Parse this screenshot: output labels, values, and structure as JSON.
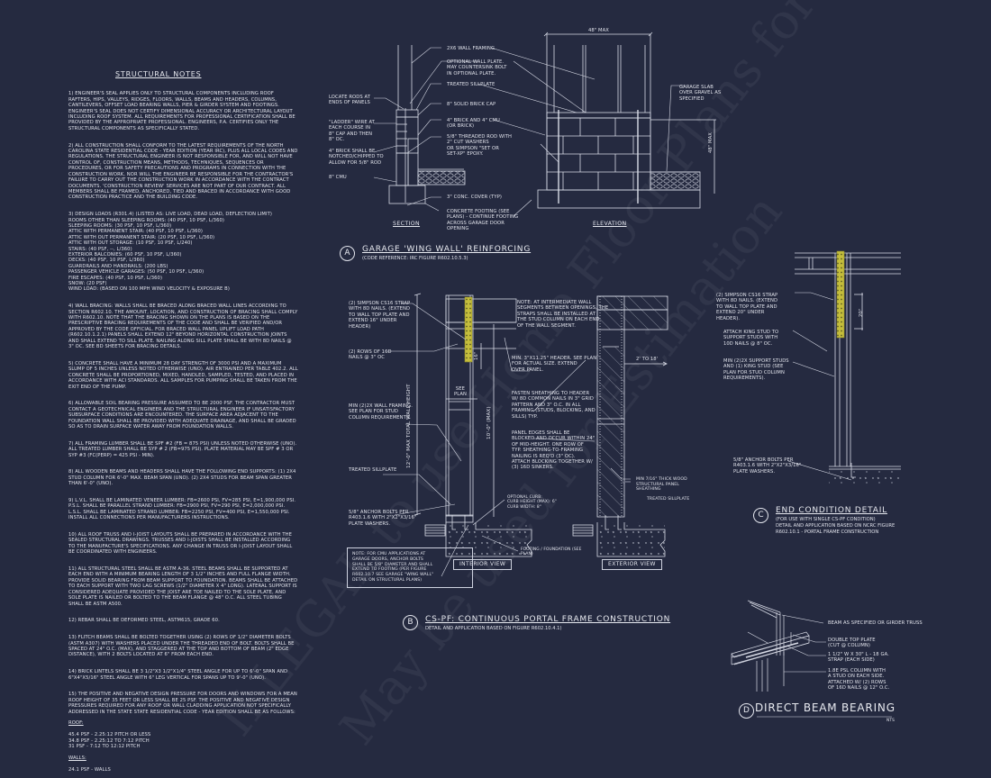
{
  "structural_notes": {
    "title": "STRUCTURAL NOTES",
    "items": [
      "1) ENGINEER'S SEAL APPLIES ONLY TO STRUCTURAL COMPONENTS INCLUDING ROOF RAFTERS, HIPS, VALLEYS, RIDGES, FLOORS, WALLS, BEAMS AND HEADERS, COLUMNS, CANTILEVERS, OFFSET LOAD BEARING WALLS, PIER & GIRDER SYSTEM AND FOOTINGS. ENGINEER'S SEAL DOES NOT CERTIFY DIMENSIONAL ACCURACY OR ARCHITECTURAL LAYOUT INCLUDING ROOF SYSTEM. ALL REQUIREMENTS FOR PROFESSIONAL CERTIFICATION SHALL BE PROVIDED BY THE APPROPRIATE PROFESSIONAL. ENGINEERS, P.A. CERTIFIES ONLY THE STRUCTURAL COMPONENTS AS SPECIFICALLY STATED.",
      "2) ALL CONSTRUCTION SHALL CONFORM TO THE LATEST REQUIREMENTS OF THE NORTH CAROLINA STATE RESIDENTIAL CODE - YEAR EDITION (YEAR IRC), PLUS ALL LOCAL CODES AND REGULATIONS. THE STRUCTURAL ENGINEER IS NOT RESPONSIBLE FOR, AND WILL NOT HAVE CONTROL OF, CONSTRUCTION MEANS, METHODS, TECHNIQUES, SEQUENCES OR PROCEDURES, OR FOR SAFETY PRECAUTIONS AND PROGRAMS IN CONNECTION WITH THE CONSTRUCTION WORK, NOR WILL THE ENGINEER BE RESPONSIBLE FOR THE CONTRACTOR'S FAILURE TO CARRY OUT THE CONSTRUCTION WORK IN ACCORDANCE WITH THE CONTRACT DOCUMENTS. 'CONSTRUCTION REVIEW' SERVICES ARE NOT PART OF OUR CONTRACT. ALL MEMBERS SHALL BE FRAMED, ANCHORED, TIED AND BRACED IN ACCORDANCE WITH GOOD CONSTRUCTION PRACTICE AND THE BUILDING CODE.",
      "3) DESIGN LOADS (R301.4) (LISTED AS: LIVE LOAD, DEAD LOAD, DEFLECTION LIMIT)\nROOMS OTHER THAN SLEEPING ROOMS: (40 PSF, 10 PSF, L/360)\nSLEEPING ROOMS: (30 PSF, 10 PSF, L/360)\nATTIC WITH PERMANENT STAIR: (40 PSF, 10 PSF, L/360)\nATTIC WITH OUT PERMANENT STAIR: (20 PSF, 10 PSF, L/360)\nATTIC WITH OUT STORAGE: (10 PSF, 10 PSF, L/240)\nSTAIRS: (40 PSF, --, L/360)\nEXTERIOR BALCONIES: (60 PSF, 10 PSF, L/360)\nDECKS: (40 PSF, 10 PSF, L/360)\nGUARDRAILS AND HANDRAILS: (200 LBS)\nPASSENGER VEHICLE GARAGES: (50 PSF, 10 PSF, L/360)\nFIRE ESCAPES: (40 PSF, 10 PSF, L/360)\nSNOW: (20     PSF)\nWIND LOAD: (BASED ON 100 MPH WIND VELOCITY & EXPOSURE B)",
      "4) WALL BRACING: WALLS SHALL BE BRACED ALONG BRACED WALL LINES ACCORDING TO SECTION R602.10. THE AMOUNT, LOCATION, AND CONSTRUCTION OF BRACING SHALL COMPLY WITH R602.10. NOTE THAT THE BRACING SHOWN ON THE PLANS IS BASED ON THE PRESCRIPTIVE BRACING REQUIREMENTS OF THE CODE AND SHALL BE VERIFIED AND/OR APPROVED BY THE CODE OFFICIAL. FOR BRACED WALL PANEL UPLIFT LOAD PATH (R602.10.1.2.1) PANELS SHALL EXTEND 12\" BEYOND HORIZONTAL CONSTRUCTION JOINTS AND SHALL EXTEND TO SILL PLATE. NAILING ALONG SILL PLATE SHALL BE WITH 8d NAILS @ 3\" OC. SEE BD SHEETS FOR BRACING DETAILS.",
      "5) CONCRETE SHALL HAVE A MINIMUM 28 DAY STRENGTH OF 3000 PSI AND A MAXIMUM SLUMP OF 5 INCHES UNLESS NOTED OTHERWISE (UNO). AIR ENTRAINED PER TABLE 402.2. ALL CONCRETE SHALL BE PROPORTIONED, MIXED, HANDLED, SAMPLED, TESTED, AND PLACED IN ACCORDANCE WITH ACI STANDARDS. ALL SAMPLES FOR PUMPING SHALL BE TAKEN FROM THE EXIT END OF THE PUMP.",
      "6) ALLOWABLE SOIL BEARING PRESSURE ASSUMED TO BE 2000 PSF. THE CONTRACTOR MUST CONTACT A GEOTECHNICAL ENGINEER AND THE STRUCTURAL ENGINEER IF UNSATISFACTORY SUBSURFACE CONDITIONS ARE ENCOUNTERED. THE SURFACE AREA ADJACENT TO THE FOUNDATION WALL SHALL BE PROVIDED WITH ADEQUATE DRAINAGE, AND SHALL BE GRADED SO AS TO DRAIN SURFACE WATER AWAY FROM FOUNDATION WALLS.",
      "7) ALL FRAMING LUMBER SHALL BE SPF #2 (Fb = 875 PSI) UNLESS NOTED OTHERWISE (UNO). ALL TREATED LUMBER SHALL BE SYP # 2 (Fb=975 PSI). PLATE MATERIAL MAY BE SPF # 3 OR SYP #3 (Fc(perp) = 425 PSI - MIN).",
      "8) ALL WOODEN BEAMS AND HEADERS SHALL HAVE THE FOLLOWING END SUPPORTS: (1) 2x4 STUD COLUMN FOR 6'-0\" MAX. BEAM SPAN (UNO). (2) 2X4 STUDS FOR BEAM SPAN GREATER THAN 6'-0\" (UNO).",
      "9) L.V.L. SHALL BE LAMINATED VENEER LUMBER: Fb=2600 PSI, Fv=285 PSI, E=1,900,000 PSI. P.S.L. SHALL BE PARALLEL STRAND LUMBER: Fb=2900 PSI, Fv=290 PSI, E=2,000,000 PSI. L.S.L. SHALL BE LAMINATED STRAND LUMBER: Fb=2250 PSI, Fv=400 PSI, E=1,550,000 PSI. INSTALL ALL CONNECTIONS PER MANUFACTURERS INSTRUCTIONS.",
      "10) ALL ROOF TRUSS AND I-JOIST LAYOUTS SHALL BE PREPARED IN ACCORDANCE WITH THE SEALED STRUCTURAL DRAWINGS. TRUSSES AND I-JOISTS SHALL BE INSTALLED ACCORDING TO THE MANUFACTURE'S SPECIFICATIONS. ANY CHANGE IN TRUSS OR I-JOIST LAYOUT SHALL BE COORDINATED WITH ENGINEERS.",
      "11) ALL STRUCTURAL STEEL SHALL BE ASTM A-36. STEEL BEAMS SHALL BE SUPPORTED AT EACH END WITH A MINIMUM BEARING LENGTH OF 3 1/2\" INCHES AND FULL FLANGE WIDTH. PROVIDE SOLID BEARING FROM BEAM SUPPORT TO FOUNDATION. BEAMS SHALL BE ATTACHED TO EACH SUPPORT WITH TWO LAG SCREWS (1/2\" DIAMETER x 4\" LONG). LATERAL SUPPORT IS CONSIDERED ADEQUATE PROVIDED THE JOIST ARE TOE NAILED TO THE SOLE PLATE, AND SOLE PLATE IS NAILED OR BOLTED TO THE BEAM FLANGE @ 48\" O.C. ALL STEEL TUBING SHALL BE ASTM A500.",
      "12) REBAR SHALL BE DEFORMED STEEL, ASTM615, GRADE 60.",
      "13) FLITCH BEAMS SHALL BE BOLTED TOGETHER USING (2) ROWS OF 1/2\" DIAMETER BOLTS (ASTM A307) WITH WASHERS PLACED UNDER THE THREADED END OF BOLT. BOLTS SHALL BE SPACED AT 24\" O.C. (MAX), AND STAGGERED AT THE TOP AND BOTTOM OF BEAM (2\" EDGE DISTANCE), WITH 2 BOLTS LOCATED AT 6\" FROM EACH END.",
      "14) BRICK LINTELS SHALL BE 3 1/2\"x3 1/2\"x1/4\" STEEL ANGLE FOR UP TO 6'-0\" SPAN AND 6\"x4\"x5/16\" STEEL ANGLE WITH 6\" LEG VERTICAL FOR SPANS UP TO 9'-0\" (UNO).",
      "15) THE POSITIVE AND NEGATIVE DESIGN PRESSURE FOR DOORS AND WINDOWS FOR A MEAN ROOF HEIGHT OF 35 FEET OR LESS SHALL BE 25 PSF. THE POSITIVE AND NEGATIVE DESIGN PRESSURES REQUIRED FOR ANY ROOF OR WALL CLADDING APPLICATION NOT SPECIFICALLY ADDRESSED IN THE STATE STATE RESIDENTIAL CODE - YEAR EDITION SHALL BE AS FOLLOWS:"
    ],
    "roof_heading": "ROOF:",
    "roof_lines": "45.4 PSF - 2.25:12 PITCH OR LESS\n34.8 PSF - 2.25:12 TO 7:12 PITCH\n31 PSF - 7:12 TO 12:12 PITCH",
    "walls_heading": "WALLS:",
    "walls_lines": "24.1 PSF - WALLS"
  },
  "detail_a": {
    "bubble": "A",
    "title": "GARAGE 'WING WALL' REINFORCING",
    "subtitle": "(CODE REFERENCE: IRC FIGURE R602.10.5.3)",
    "section_label": "SECTION",
    "elevation_label": "ELEVATION",
    "dim_top": "48\" MAX",
    "dim_side": "48\" MAX",
    "callouts_left": [
      "LOCATE RODS AT\nENDS OF PANELS",
      "\"LADDER\" WIRE AT\nEACH COURSE IN\n8\" CAP AND THEN\n8\" OC.",
      "4\" BRICK SHALL BE\nNOTCHED/CHIPPED TO\nALLOW FOR 5/8\" ROD",
      "8\" CMU"
    ],
    "callouts_mid": [
      "2x6 WALL FRAMING",
      "OPTIONAL WALL PLATE.\nMAY COUNTERSINK BOLT\nIN OPTIONAL PLATE.",
      "TREATED SILLPLATE",
      "8\" SOLID BRICK CAP",
      "4\" BRICK AND 4\" CMU\n(OR BRICK)",
      "5/8\" THREADED ROD WITH\n2\" CUT WASHERS\nOR SIMPSON \"SET OR\nSET-XP\" EPOXY.",
      "3\" CONC. COVER (TYP)",
      "CONCRETE FOOTING (SEE\nPLANS) - CONTINUE FOOTING\nACROSS GARAGE DOOR\nOPENING"
    ],
    "callout_slab": "GARAGE SLAB\nOVER GRAVEL AS\nSPECIFIED"
  },
  "detail_b": {
    "bubble": "B",
    "title": "CS-PF: CONTINUOUS PORTAL FRAME CONSTRUCTION",
    "subtitle": "DETAIL AND APPLICATION BASED ON  FIGURE R602.10.4.1)",
    "interior_label": "INTERIOR VIEW",
    "exterior_label": "EXTERIOR VIEW",
    "dim_total": "12'-0\" MAX TOTAL WALL HEIGHT",
    "dim_wall": "10'-0\" (MAX)",
    "dim_16": "16\"",
    "see_plan": "SEE\nPLAN",
    "dim_2to18": "2' TO 18'",
    "callouts_left": [
      "(2) SIMPSON CS16 STRAP\nWITH 8d NAILS. (EXTEND\nTO WALL TOP PLATE AND\nEXTEND 16\" UNDER\nHEADER)",
      "(2) ROWS OF 16d\nNAILS @ 3\" OC",
      "MIN (2)2X WALL FRAMING.\nSEE PLAN FOR STUD\nCOLUMN REQUIREMENTS.",
      "TREATED SILLPLATE",
      "5/8\" ANCHOR BOLTS PER\nR403.1.6 WITH 2\"x2\"x3/16\"\nPLATE WASHERS."
    ],
    "callouts_mid": [
      "NOTE: AT INTERMEDIATE WALL\nSEGMENTS BETWEEN OPENINGS, THE\nSTRAPS SHALL BE INSTALLED AT\nTHE STUD COLUMN ON EACH END\nOF THE WALL SEGMENT.",
      "MIN. 3\"x11.25\" HEADER. SEE PLAN\nFOR ACTUAL SIZE. EXTEND\nOVER PANEL.",
      "FASTEN SHEATHING TO HEADER\nW/ 8d COMMON NAILS IN 3\" GRID\nPATTERN AND 3\" O.C. IN ALL\nFRAMING (STUDS, BLOCKING, AND\nSILLS) TYP.",
      "PANEL EDGES SHALL BE\nBLOCKED AND OCCUR WITHIN 24\"\nOF MID-HEIGHT. ONE ROW OF\nTYP. SHEATHING-TO-FRAMING\nNAILING IS REQ'D (3\" OC).\nATTACH BLOCKING TOGETHER W/\n(3) 16d SINKERS.",
      "OPTIONAL CURB:\nCURB HEIGHT (MAX): 6\"\nCURB WIDTH: 8\"",
      "FOOTING / FOUNDATION (SEE\nPLAN)"
    ],
    "callouts_right": [
      "MIN 7/16\" THICK WOOD\nSTRUCTURAL PANEL\nSHEATHING",
      "TREATED SILLPLATE"
    ],
    "note_box": "NOTE: FOR CMU APPLICATIONS AT\nGARAGE DOORS, ANCHOR BOLTS\nSHALL BE 5/8\" DIAMETER AND SHALL\nEXTEND TO FOOTING (PER  FIGURE\nR602.10.7 SEE GARAGE \"WING WALL\"\nDETAIL ON STRUCTURAL PLANS)"
  },
  "detail_c": {
    "bubble": "C",
    "title": "END CONDITION DETAIL",
    "subtitle_lines": "(FOR USE WITH SINGLE CS-PF CONDITION)\nDETAIL AND APPLICATION BASED ON NCRC FIGURE\nR602.10.1 - PORTAL FRAME CONSTRUCTION",
    "dim_20": "20\"",
    "callouts": [
      "(2) SIMPSON CS16 STRAP\nWITH 8d NAILS. (EXTEND\nTO WALL TOP PLATE AND\nEXTEND 20\" UNDER\nHEADER).",
      "ATTACH KING STUD TO\nSUPPORT STUDS WITH\n10d NAILS @ 8\" OC.",
      "MIN (2)2X SUPPORT STUDS\nAND (1) KING STUD (SEE\nPLAN FOR STUD COLUMN\nREQUIREMENTS).",
      "5/8\" ANCHOR BOLTS PER\nR403.1.6 WITH 2\"x2\"x3/16\"\nPLATE WASHERS."
    ]
  },
  "detail_d": {
    "bubble": "D",
    "title": "DIRECT BEAM BEARING",
    "scale": "NTS",
    "callouts": [
      "BEAM AS SPECIFIED OR GIRDER TRUSS",
      "DOUBLE TOP PLATE\n(CUT @ COLUMN)",
      "1 1/2\" W x 30\" L - 18 GA.\nSTRAP (EACH SIDE)",
      "1.8E PSL COLUMN WITH\nA STUD ON EACH SIDE.\nATTACHED W/ (2) ROWS\nOF 16d NAILS @ 12\" O.C."
    ]
  },
  "watermark": {
    "line1": "ILLEGAL to use Home Floor Plans for Construction",
    "line2": "May be used for Estimation"
  },
  "colors": {
    "background": "#252a40",
    "linework": "#d8dbe6",
    "strap": "#c4bd3c"
  }
}
